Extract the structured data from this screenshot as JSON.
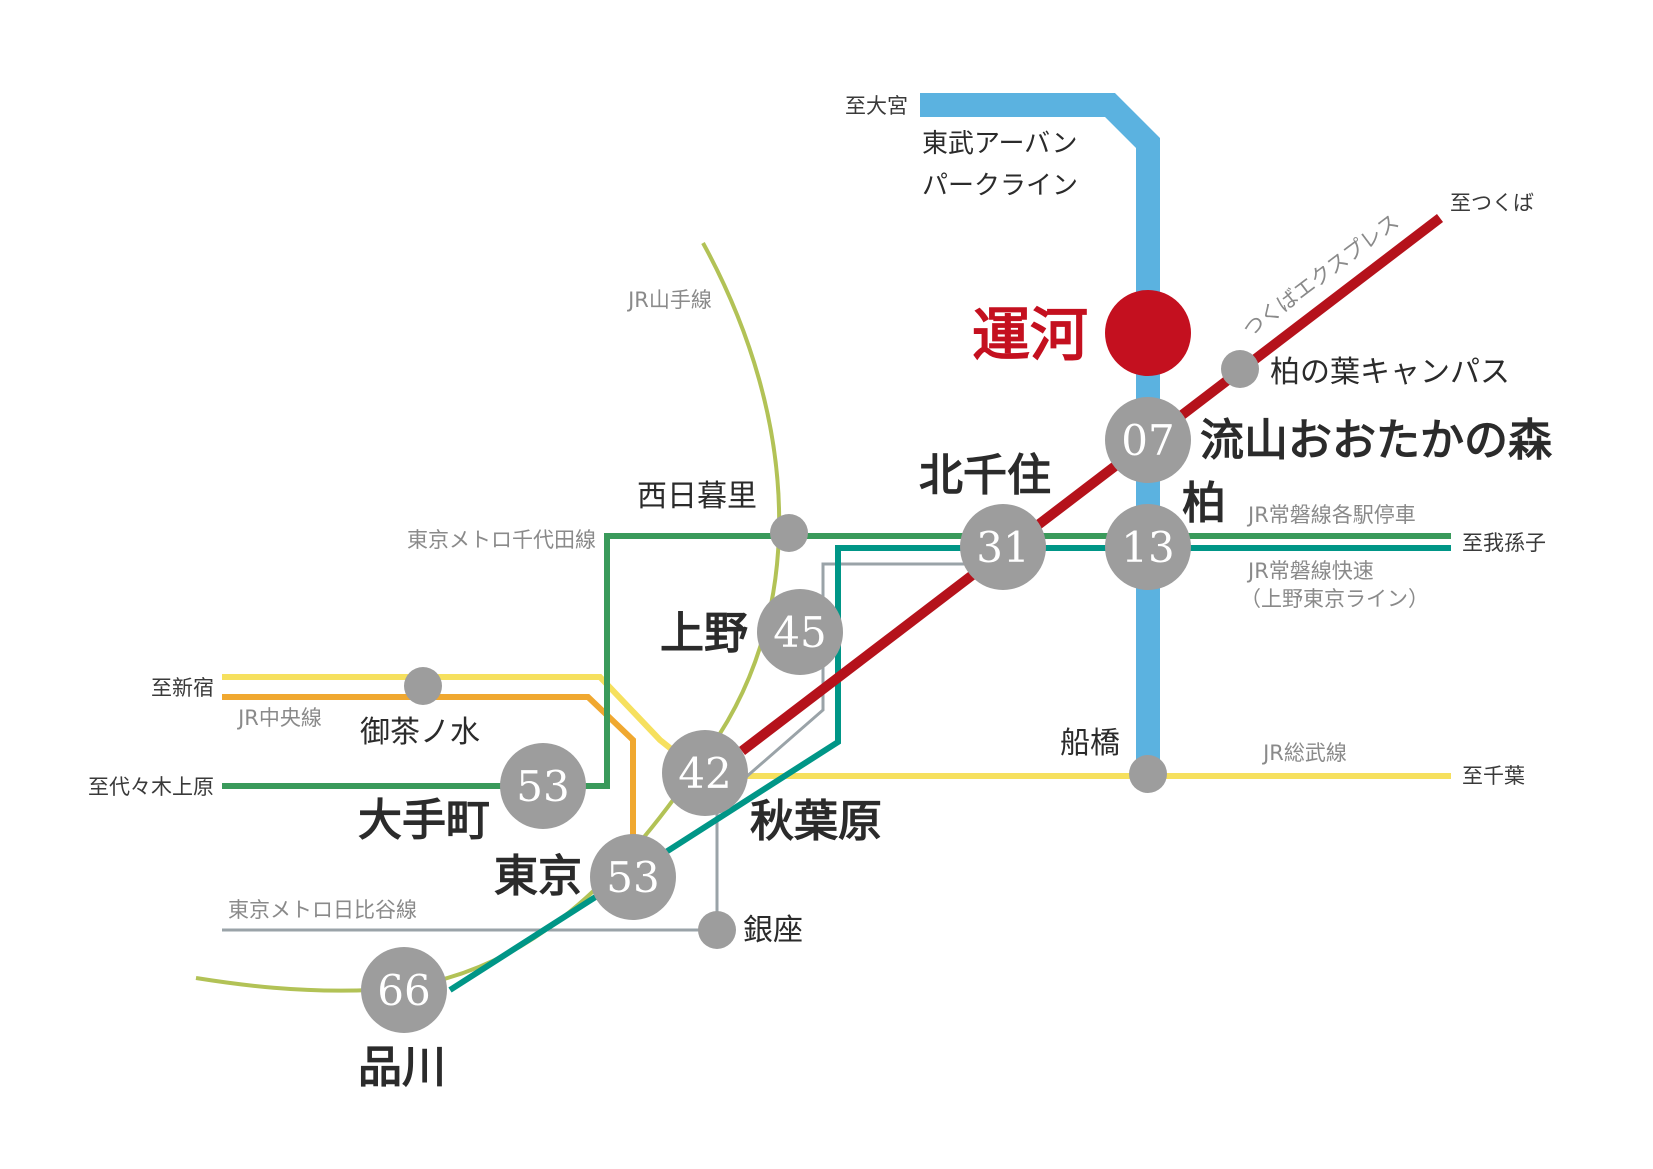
{
  "colors": {
    "tobu": "#5bb2e0",
    "tx": "#b5121b",
    "yamanote": "#b2c256",
    "chiyoda": "#3a9a5b",
    "joban_rapid": "#009687",
    "chuo": "#f0a830",
    "sobu": "#f6e05e",
    "hibiya": "#9aa3a8",
    "station": "#9d9d9d",
    "highlight": "#c4101f"
  },
  "highlight_station": {
    "name": "運河"
  },
  "stations": {
    "nagareyama": {
      "name": "流山おおたかの森",
      "minutes": "07"
    },
    "kashiwa": {
      "name": "柏",
      "minutes": "13"
    },
    "kitasenju": {
      "name": "北千住",
      "minutes": "31"
    },
    "ueno": {
      "name": "上野",
      "minutes": "45"
    },
    "akihabara": {
      "name": "秋葉原",
      "minutes": "42"
    },
    "otemachi": {
      "name": "大手町",
      "minutes": "53"
    },
    "tokyo": {
      "name": "東京",
      "minutes": "53"
    },
    "shinagawa": {
      "name": "品川",
      "minutes": "66"
    },
    "kashiwanoha": {
      "name": "柏の葉キャンパス"
    },
    "nishinippori": {
      "name": "西日暮里"
    },
    "ochanomizu": {
      "name": "御茶ノ水"
    },
    "funabashi": {
      "name": "船橋"
    },
    "ginza": {
      "name": "銀座"
    }
  },
  "lines": {
    "tobu": {
      "label1": "東武アーバン",
      "label2": "パークライン"
    },
    "tx": "つくばエクスプレス",
    "yamanote": "JR山手線",
    "chiyoda": "東京メトロ千代田線",
    "joban_local": "JR常磐線各駅停車",
    "joban_rapid": {
      "label1": "JR常磐線快速",
      "label2": "（上野東京ライン）"
    },
    "chuo": "JR中央線",
    "sobu": "JR総武線",
    "hibiya": "東京メトロ日比谷線"
  },
  "destinations": {
    "omiya": "至大宮",
    "tsukuba": "至つくば",
    "abiko": "至我孫子",
    "chiba": "至千葉",
    "shinjuku": "至新宿",
    "yoyogiuehara": "至代々木上原"
  }
}
